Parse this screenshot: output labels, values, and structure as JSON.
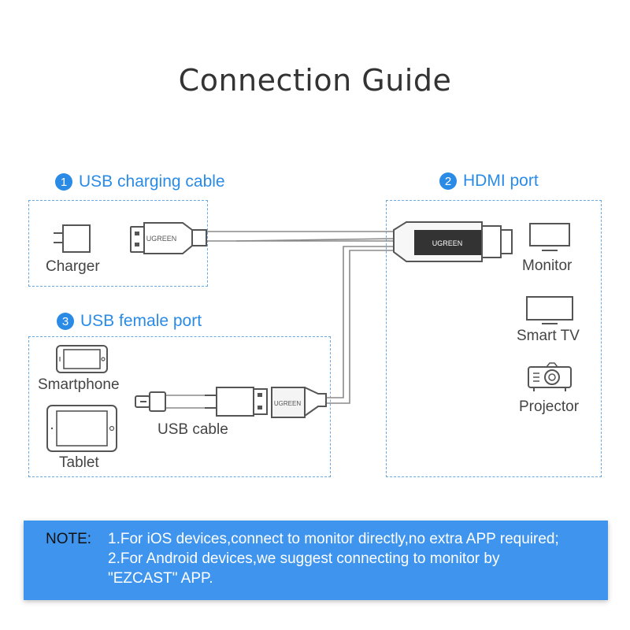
{
  "title": "Connection Guide",
  "sections": {
    "usb_charging": {
      "number": "1",
      "label": "USB charging cable"
    },
    "hdmi": {
      "number": "2",
      "label": "HDMI port"
    },
    "usb_female": {
      "number": "3",
      "label": "USB female port"
    }
  },
  "devices": {
    "charger": "Charger",
    "monitor": "Monitor",
    "smart_tv": "Smart TV",
    "projector": "Projector",
    "smartphone": "Smartphone",
    "tablet": "Tablet",
    "usb_cable": "USB cable"
  },
  "brand_text": "UGREEN",
  "note": {
    "key": "NOTE:",
    "lines": [
      "1.For iOS devices,connect to monitor directly,no extra APP required;",
      "2.For Android devices,we suggest connecting to monitor by",
      "\"EZCAST\" APP."
    ]
  },
  "colors": {
    "accent": "#2a8be6",
    "note_background": "#3f95ee",
    "cable": "#8a8a8a",
    "dashed_border": "#6aa8e0"
  },
  "icons": [
    "charger-icon",
    "usb-plug-icon",
    "hdmi-plug-icon",
    "monitor-icon",
    "smart-tv-icon",
    "projector-icon",
    "smartphone-icon",
    "tablet-icon",
    "micro-usb-icon",
    "usb-female-icon"
  ]
}
